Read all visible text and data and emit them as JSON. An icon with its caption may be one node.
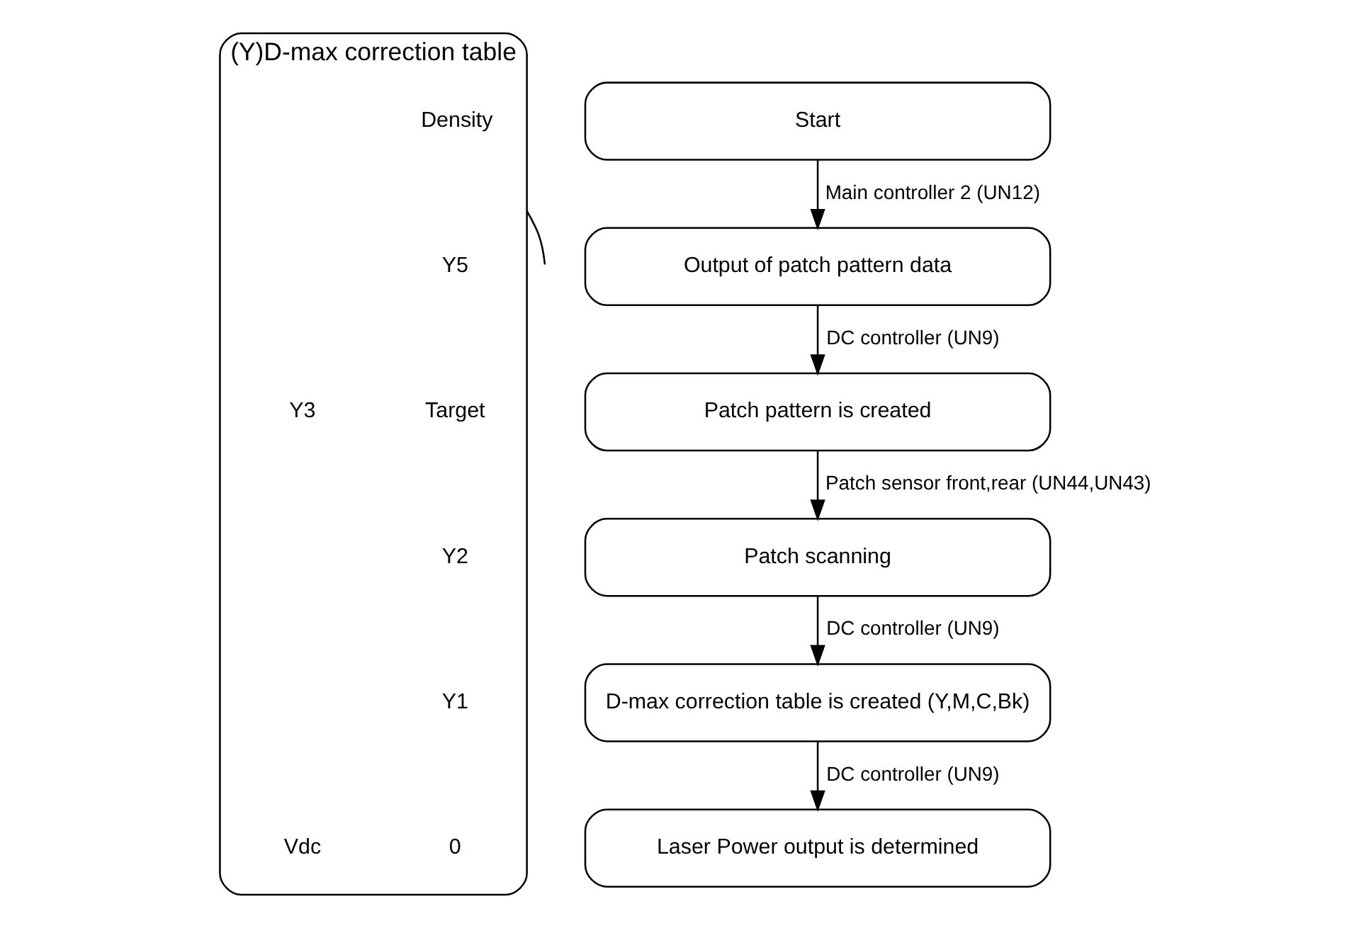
{
  "diagram": {
    "nodes": [
      {
        "text": [
          "Start"
        ]
      },
      {
        "text": [
          "Output of patch pattern data"
        ]
      },
      {
        "text": [
          "Patch pattern is created"
        ]
      },
      {
        "text": [
          "Patch scanning"
        ]
      },
      {
        "text": [
          "D-max correction table is created (Y,M,C,Bk)"
        ]
      },
      {
        "text": [
          "Laser Power output is determined"
        ]
      },
      {
        "text": [
          "(Y)D-max correction table"
        ]
      }
    ],
    "edges": [
      {
        "from": 0,
        "to": 1,
        "arrow": "to",
        "label": "Main controller 2 (UN12)"
      },
      {
        "from": 1,
        "to": 2,
        "arrow": "to",
        "label": "DC controller (UN9)"
      },
      {
        "from": 2,
        "to": 3,
        "arrow": "to",
        "label": "Patch sensor front,rear (UN44,UN43)"
      },
      {
        "from": 3,
        "to": 4,
        "arrow": "to",
        "label": "DC controller (UN9)"
      },
      {
        "from": 4,
        "to": 5,
        "arrow": "to",
        "label": "DC controller (UN9)"
      },
      {
        "from": 6,
        "to": null,
        "arrow": "none"
      }
    ],
    "labels": [
      "Density",
      "Y5",
      "Target",
      "Y3",
      "Y2",
      "Y1",
      "0",
      "Vdc"
    ]
  }
}
